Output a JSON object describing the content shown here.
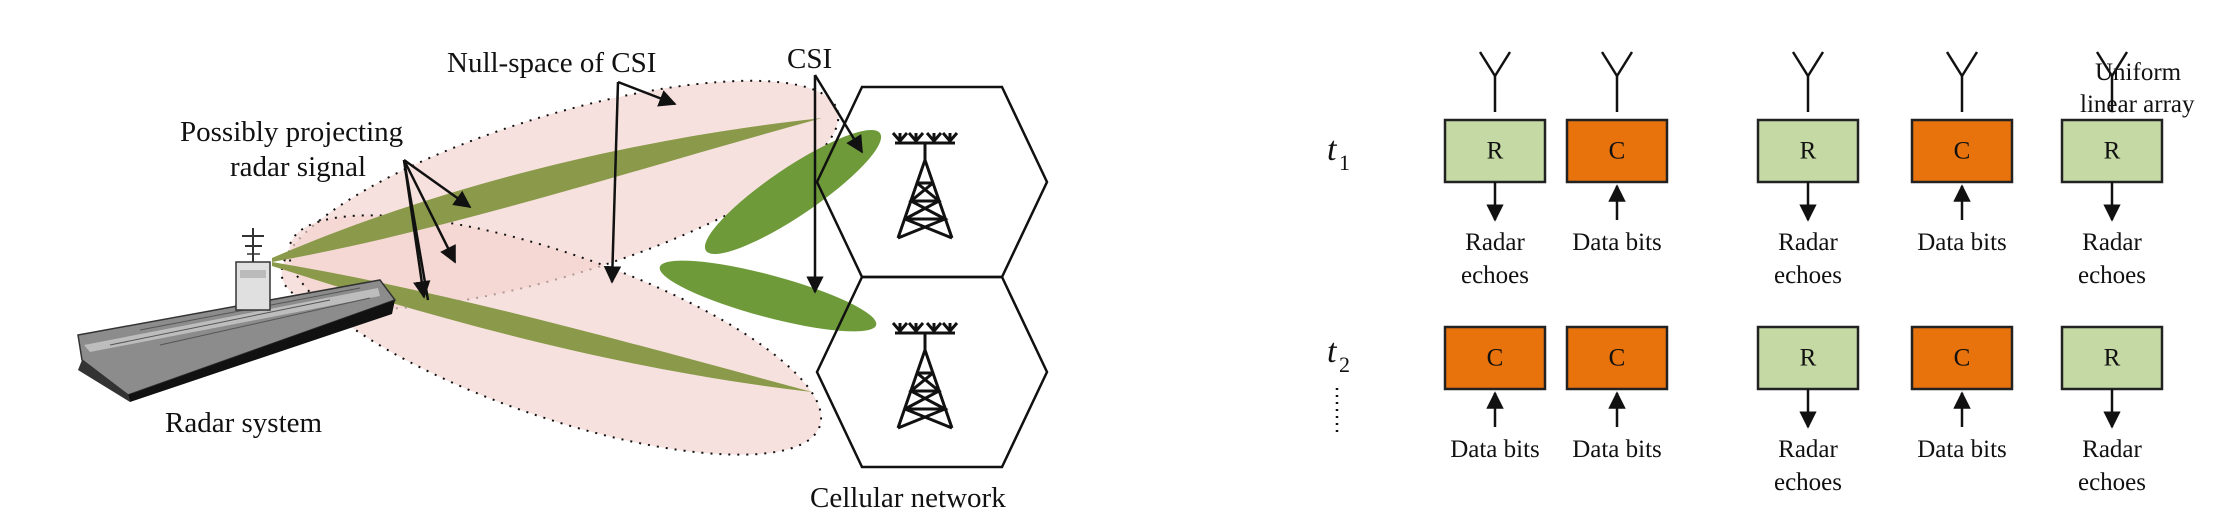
{
  "left_panel": {
    "labels": {
      "null_space": "Null-space of CSI",
      "csi": "CSI",
      "projecting_line1": "Possibly projecting",
      "projecting_line2": "radar signal",
      "radar_system": "Radar system",
      "cellular_network": "Cellular network"
    }
  },
  "right_panel": {
    "array_label_line1": "Uniform",
    "array_label_line2": "linear array",
    "time_labels": {
      "t1_base": "t",
      "t1_sub": "1",
      "t2_base": "t",
      "t2_sub": "2"
    },
    "rows": [
      {
        "name": "t1",
        "elements": [
          {
            "letter": "R",
            "kind": "radar",
            "caption": [
              "Radar",
              "echoes"
            ]
          },
          {
            "letter": "C",
            "kind": "comm",
            "caption": [
              "Data bits"
            ]
          },
          {
            "letter": "R",
            "kind": "radar",
            "caption": [
              "Radar",
              "echoes"
            ]
          },
          {
            "letter": "C",
            "kind": "comm",
            "caption": [
              "Data bits"
            ]
          },
          {
            "letter": "R",
            "kind": "radar",
            "caption": [
              "Radar",
              "echoes"
            ]
          }
        ]
      },
      {
        "name": "t2",
        "elements": [
          {
            "letter": "C",
            "kind": "comm",
            "caption": [
              "Data bits"
            ]
          },
          {
            "letter": "C",
            "kind": "comm",
            "caption": [
              "Data bits"
            ]
          },
          {
            "letter": "R",
            "kind": "radar",
            "caption": [
              "Radar",
              "echoes"
            ]
          },
          {
            "letter": "C",
            "kind": "comm",
            "caption": [
              "Data bits"
            ]
          },
          {
            "letter": "R",
            "kind": "radar",
            "caption": [
              "Radar",
              "echoes"
            ]
          }
        ]
      }
    ]
  },
  "colors": {
    "radar_box": "#c5d9a4",
    "comm_box": "#e8720c",
    "main_beam": "#8a9a4a",
    "cell_beam": "#6e9a3a",
    "null_beam": "#f4d4d0"
  }
}
